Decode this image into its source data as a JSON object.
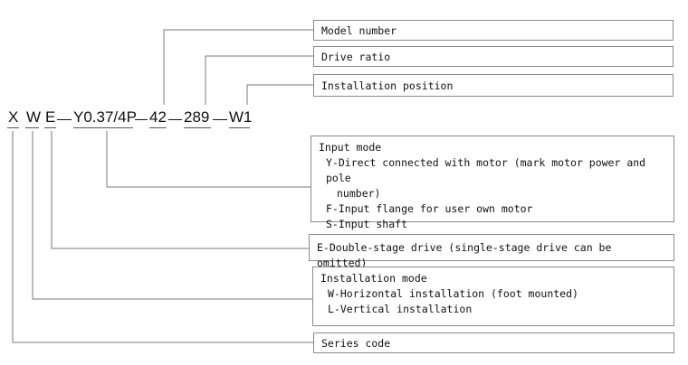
{
  "code": {
    "x": "X",
    "w": "W",
    "e": "E",
    "input": "Y0.37/4P",
    "model": "42",
    "ratio": "289",
    "position": "W1"
  },
  "boxes": {
    "model_number": "Model number",
    "drive_ratio": "Drive ratio",
    "installation_position": "Installation position",
    "input_mode": {
      "title": "Input mode",
      "y_line1": "Y-Direct connected with motor (mark motor power and pole",
      "y_line2": "number)",
      "f": "F-Input flange for user own motor",
      "s": "S-Input shaft"
    },
    "double_stage": "E-Double-stage drive (single-stage drive can be omitted)",
    "installation_mode": {
      "title": "Installation mode",
      "w": "W-Horizontal installation (foot mounted)",
      "l": "L-Vertical installation"
    },
    "series_code": "Series code"
  },
  "colors": {
    "line": "#8a8a8a",
    "text": "#111111"
  }
}
